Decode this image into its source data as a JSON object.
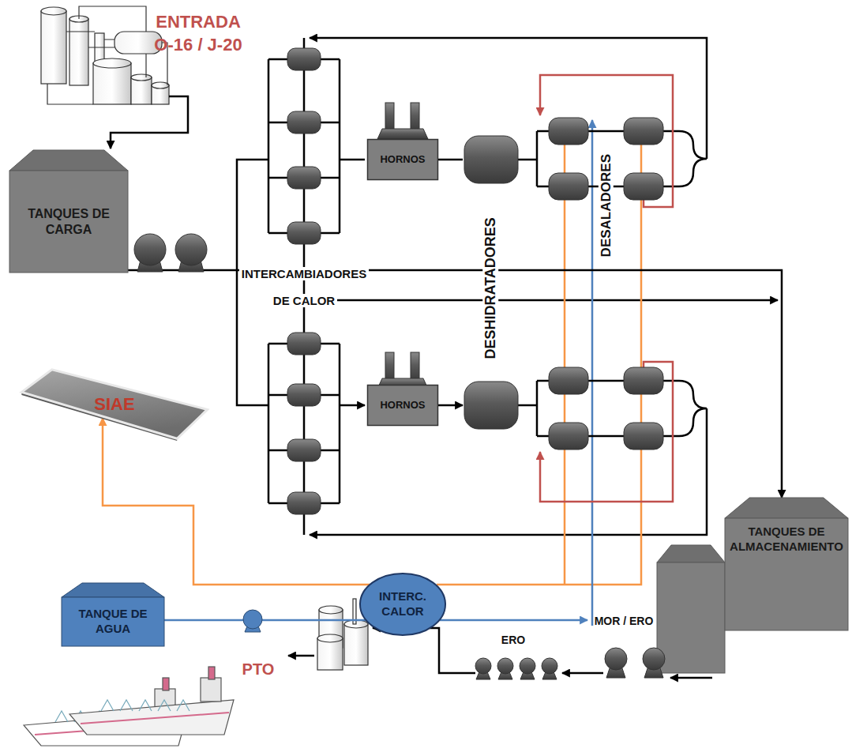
{
  "diagram": {
    "nodes": [
      {
        "text": [
          "TANQUES DE CARGA"
        ]
      },
      {
        "text": [
          "HORNOS"
        ]
      },
      {
        "text": [
          "HORNOS"
        ]
      },
      {
        "text": [
          "SIAE"
        ]
      },
      {
        "text": [
          "INTERC. CALOR"
        ]
      },
      {
        "text": [
          "TANQUE DE AGUA"
        ]
      },
      {
        "text": [
          "TANQUES DE ALMACENAMIENTO"
        ]
      }
    ],
    "edges": [
      {
        "from": 0,
        "to": 6,
        "arrow": "to"
      },
      {
        "from": 4,
        "to": 3,
        "arrow": "to"
      },
      {
        "from": 5,
        "to": 4,
        "arrow": "none"
      }
    ],
    "labels": [
      "ENTRADA O-16 / J-20",
      "INTERCAMBIADORES DE CALOR",
      "DESHIDRATADORES",
      "DESALADORES",
      "MOR / ERO",
      "ERO",
      "PTO"
    ]
  }
}
